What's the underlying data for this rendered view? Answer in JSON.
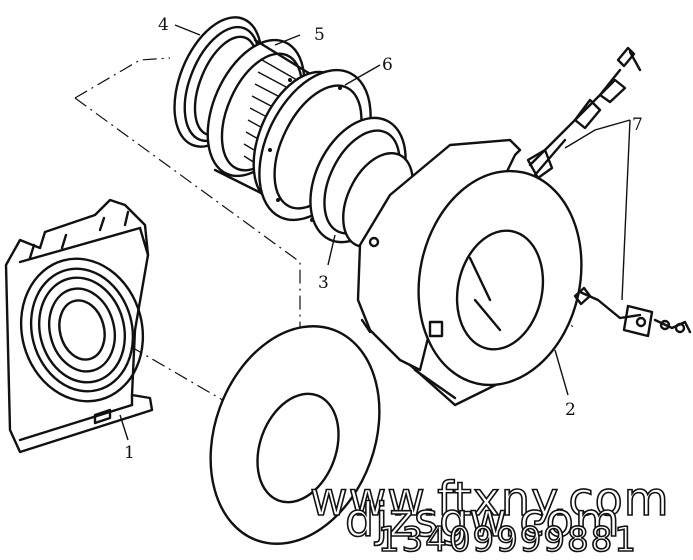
{
  "callouts": [
    "1",
    "2",
    "3",
    "4",
    "5",
    "6",
    "7"
  ],
  "watermark": {
    "line1": "www.ftxny.com",
    "line2": "djzsgw.com",
    "line3": "13409999881"
  }
}
